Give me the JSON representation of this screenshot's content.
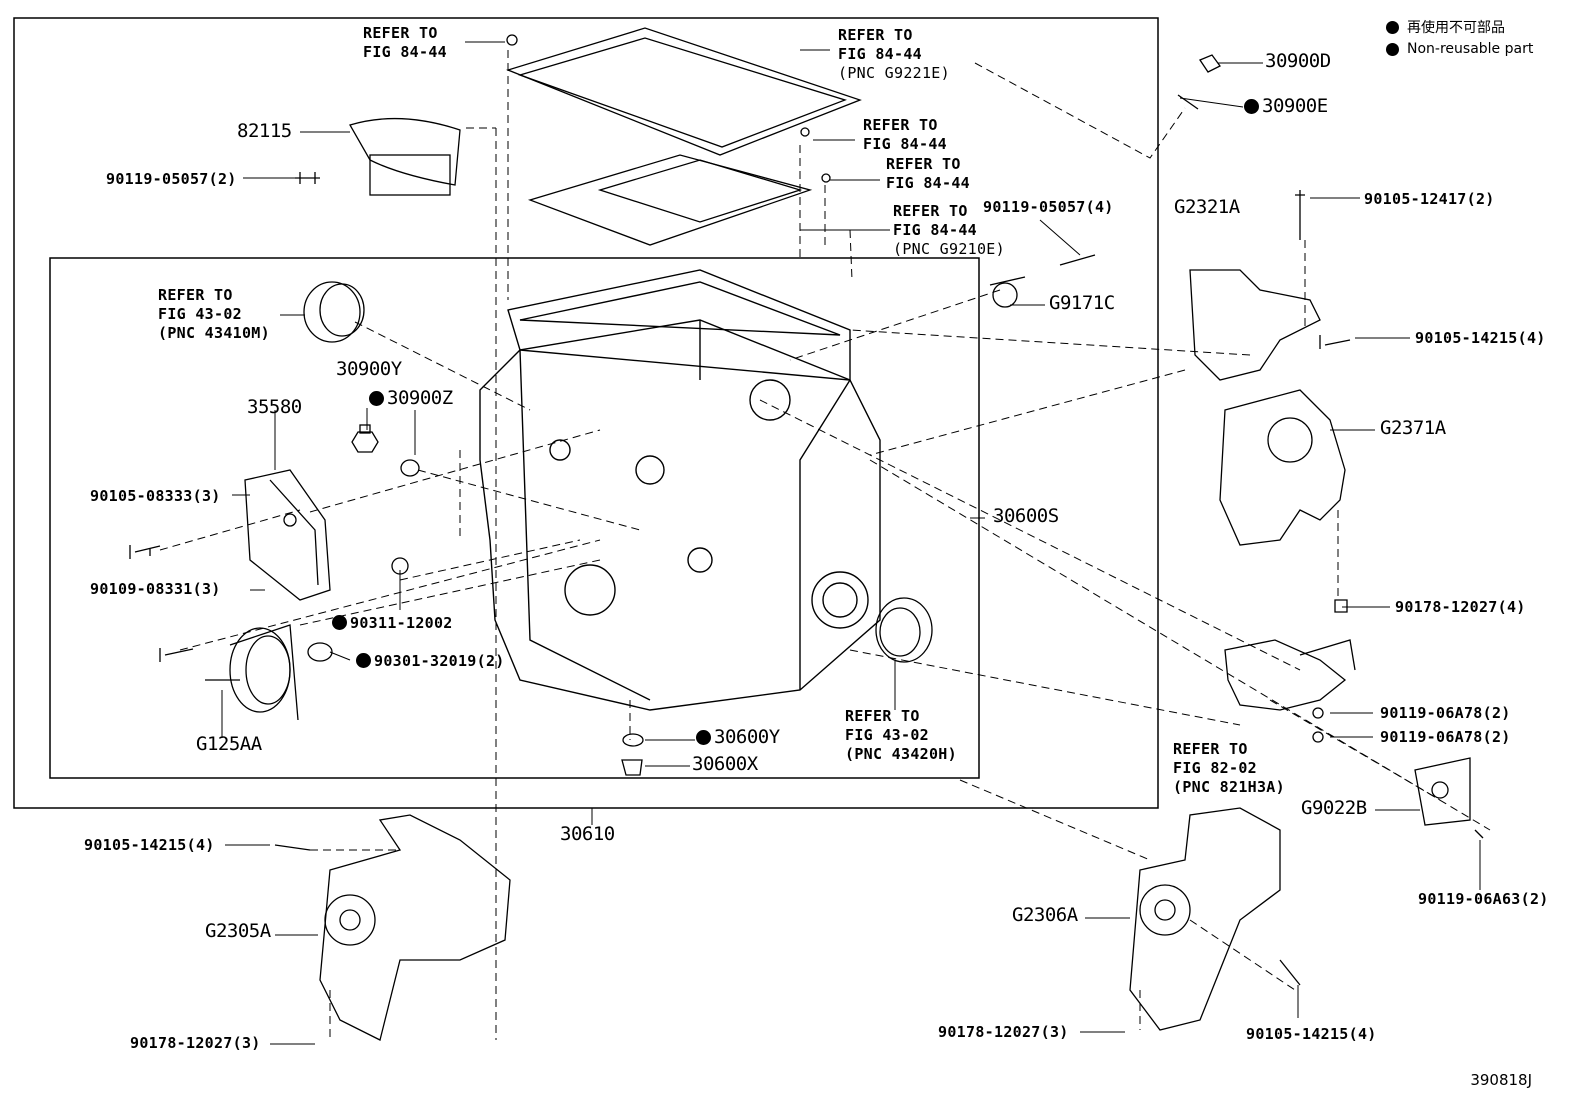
{
  "legend": {
    "line1": "再使用不可部品",
    "line2": "Non-reusable part"
  },
  "diagram_id": "390818J",
  "labels": {
    "ref_84_44_a_1": "REFER TO",
    "ref_84_44_a_2": "FIG 84-44",
    "ref_g9221e_1": "REFER TO",
    "ref_g9221e_2": "FIG 84-44",
    "ref_g9221e_3": "(PNC G9221E)",
    "ref_84_44_b_1": "REFER TO",
    "ref_84_44_b_2": "FIG 84-44",
    "ref_84_44_c_1": "REFER TO",
    "ref_84_44_c_2": "FIG 84-44",
    "ref_g9210e_1": "REFER TO",
    "ref_g9210e_2": "FIG 84-44",
    "ref_g9210e_3": "(PNC G9210E)",
    "ref_43410m_1": "REFER TO",
    "ref_43410m_2": "FIG 43-02",
    "ref_43410m_3": "(PNC 43410M)",
    "ref_43420h_1": "REFER TO",
    "ref_43420h_2": "FIG 43-02",
    "ref_43420h_3": "(PNC 43420H)",
    "ref_821h3a_1": "REFER TO",
    "ref_821h3a_2": "FIG 82-02",
    "ref_821h3a_3": "(PNC 821H3A)",
    "p82115": "82115",
    "p90119_05057_2": "90119-05057(2)",
    "p90119_05057_4": "90119-05057(4)",
    "pG9171C": "G9171C",
    "p30900D": "30900D",
    "p30900E": "30900E",
    "pG2321A": "G2321A",
    "p90105_12417_2": "90105-12417(2)",
    "p90105_14215_4_r": "90105-14215(4)",
    "pG2371A": "G2371A",
    "p30900Y": "30900Y",
    "p30900Z": "30900Z",
    "p35580": "35580",
    "p90105_08333_3": "90105-08333(3)",
    "p90109_08331_3": "90109-08331(3)",
    "p90311_12002": "90311-12002",
    "p90301_32019_2": "90301-32019(2)",
    "pG125AA": "G125AA",
    "p30600S": "30600S",
    "p90178_12027_4": "90178-12027(4)",
    "p90119_06A78_2a": "90119-06A78(2)",
    "p90119_06A78_2b": "90119-06A78(2)",
    "pG9022B": "G9022B",
    "p90119_06A63_2": "90119-06A63(2)",
    "p30600Y": "30600Y",
    "p30600X": "30600X",
    "p30610": "30610",
    "p90105_14215_4_l": "90105-14215(4)",
    "pG2305A": "G2305A",
    "p90178_12027_3_l": "90178-12027(3)",
    "pG2306A": "G2306A",
    "p90178_12027_3_r": "90178-12027(3)",
    "p90105_14215_4_b": "90105-14215(4)"
  }
}
